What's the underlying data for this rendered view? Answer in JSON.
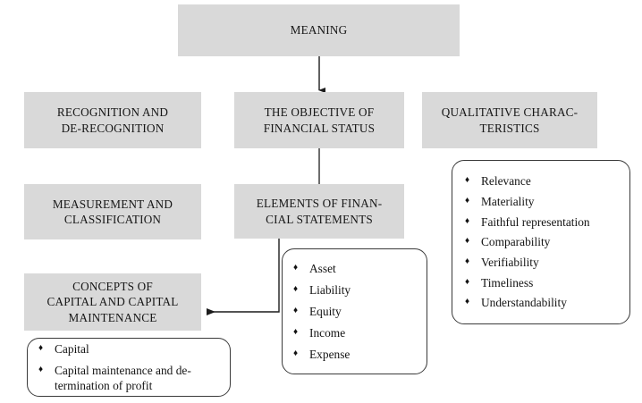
{
  "diagram": {
    "title": "Conceptual framework structure diagram",
    "colors": {
      "box_fill": "#d9d9d9",
      "outline": "#3a3a3a",
      "text": "#161616",
      "background": "#ffffff"
    },
    "boxes": {
      "meaning": {
        "label": "MEANING"
      },
      "recognition": {
        "label": "RECOGNITION AND\nDE-RECOGNITION"
      },
      "objective": {
        "label": "THE OBJECTIVE OF\nFINANCIAL STATUS"
      },
      "qualitative": {
        "label": "QUALITATIVE CHARAC-\nTERISTICS"
      },
      "measurement": {
        "label": "MEASUREMENT AND\nCLASSIFICATION"
      },
      "elements": {
        "label": "ELEMENTS OF FINAN-\nCIAL STATEMENTS"
      },
      "concepts": {
        "label": "CONCEPTS OF\nCAPITAL AND CAPITAL\nMAINTENANCE"
      }
    },
    "lists": {
      "qualitative_characteristics": {
        "bullet": "♦",
        "items": [
          "Relevance",
          "Materiality",
          "Faithful representation",
          "Comparability",
          "Verifiability",
          "Timeliness",
          "Understandability"
        ]
      },
      "elements_of_financial_statements": {
        "bullet": "♦",
        "items": [
          "Asset",
          "Liability",
          "Equity",
          "Income",
          "Expense"
        ]
      },
      "capital_concepts": {
        "bullet": "♦",
        "items": [
          "Capital",
          "Capital maintenance and de-\ntermination of profit"
        ]
      }
    }
  }
}
